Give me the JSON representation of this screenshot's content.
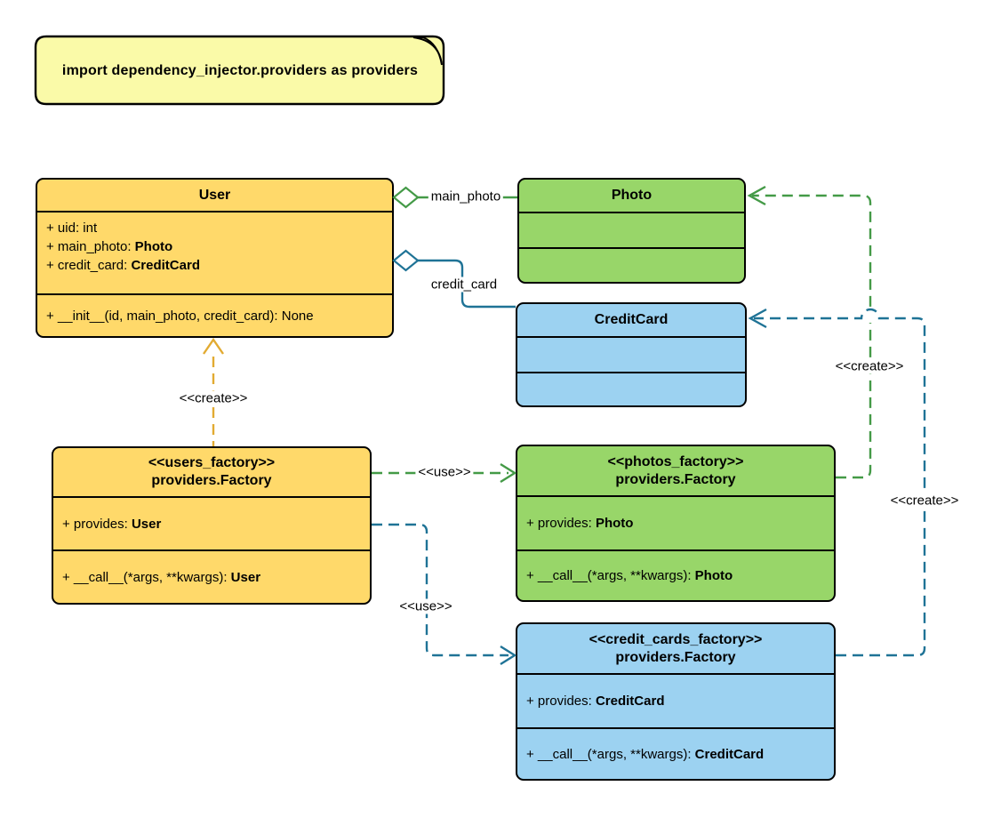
{
  "note": {
    "text": "import dependency_injector.providers as providers"
  },
  "classes": {
    "user": {
      "title": "User",
      "attributes": [
        {
          "pre": "+ uid: int",
          "bold": ""
        },
        {
          "pre": "+ main_photo: ",
          "bold": "Photo"
        },
        {
          "pre": "+ credit_card: ",
          "bold": "CreditCard"
        }
      ],
      "methods": [
        {
          "pre": "+ __init__(id, main_photo, credit_card): None",
          "bold": ""
        }
      ]
    },
    "photo": {
      "title": "Photo"
    },
    "credit_card": {
      "title": "CreditCard"
    },
    "users_factory": {
      "stereotype": "<<users_factory>>",
      "title": "providers.Factory",
      "provides": {
        "pre": "+ provides: ",
        "bold": "User"
      },
      "call": {
        "pre": "+ __call__(*args, **kwargs): ",
        "bold": "User"
      }
    },
    "photos_factory": {
      "stereotype": "<<photos_factory>>",
      "title": "providers.Factory",
      "provides": {
        "pre": "+ provides: ",
        "bold": "Photo"
      },
      "call": {
        "pre": "+ __call__(*args, **kwargs): ",
        "bold": "Photo"
      }
    },
    "credit_cards_factory": {
      "stereotype": "<<credit_cards_factory>>",
      "title": "providers.Factory",
      "provides": {
        "pre": "+ provides: ",
        "bold": "CreditCard"
      },
      "call": {
        "pre": "+ __call__(*args, **kwargs): ",
        "bold": "CreditCard"
      }
    }
  },
  "edges": {
    "main_photo_label": "main_photo",
    "credit_card_label": "credit_card",
    "create_user_label": "<<create>>",
    "create_photo_label": "<<create>>",
    "create_credit_card_label": "<<create>>",
    "use_photos_label": "<<use>>",
    "use_credit_cards_label": "<<use>>"
  },
  "colors": {
    "yellow_fill": "#FFD96A",
    "green_fill": "#98D669",
    "blue_fill": "#9CD2F1",
    "note_fill": "#FAFAA8",
    "green_line": "#449A47",
    "blue_line": "#1F7396",
    "amber_line": "#E2AB32"
  }
}
